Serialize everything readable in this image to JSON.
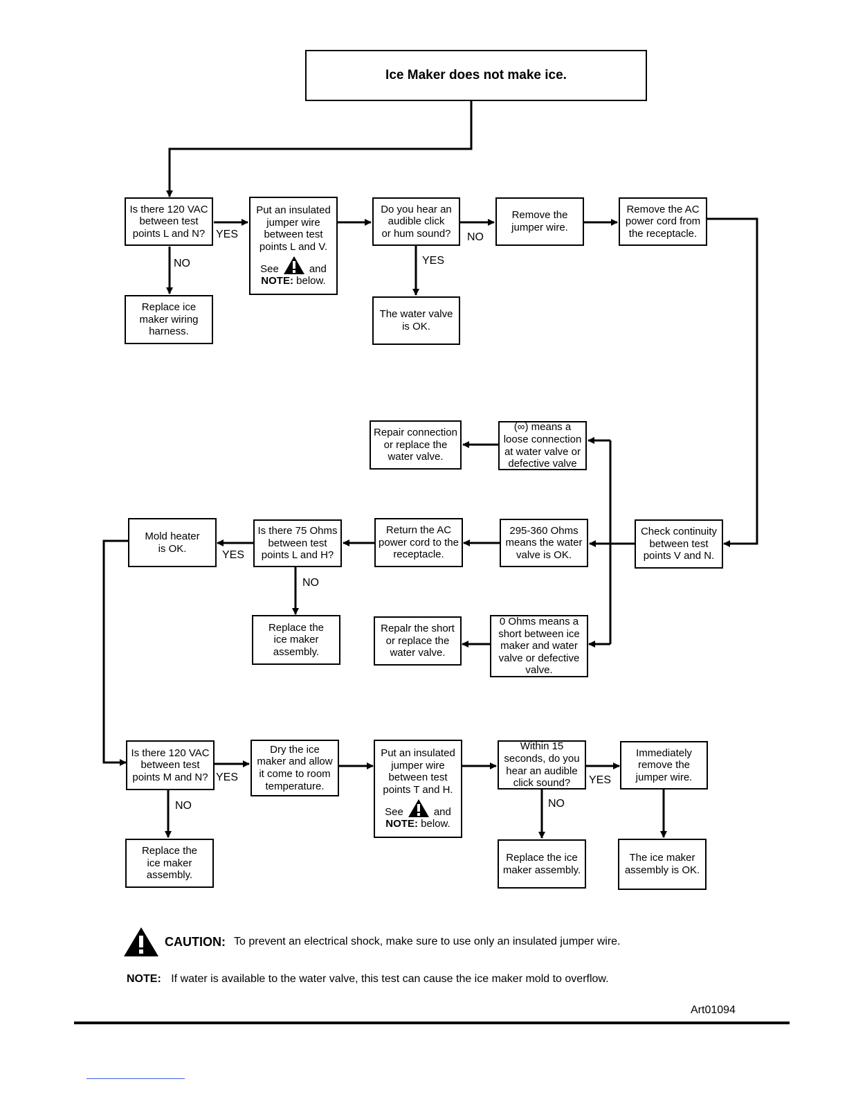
{
  "title": "Ice Maker does not make ice.",
  "boxes": {
    "q_lN": [
      "Is there 120 VAC",
      "between test",
      "points L and N?"
    ],
    "jumper_LV": [
      "Put an insulated",
      "jumper wire",
      "between test",
      "points L and V."
    ],
    "see_note_1": {
      "see": "See",
      "and": "and",
      "note_label": "NOTE:",
      "note_rest": "below."
    },
    "hear_click": [
      "Do you hear an",
      "audible click",
      "or hum sound?"
    ],
    "remove_jumper": [
      "Remove the",
      "jumper wire."
    ],
    "remove_ac": [
      "Remove the AC",
      "power cord from",
      "the receptacle."
    ],
    "replace_harness": [
      "Replace ice",
      "maker wiring",
      "harness."
    ],
    "valve_ok": [
      "The water valve",
      "is OK."
    ],
    "repair_connection": [
      "Repair connection",
      "or replace the",
      "water valve."
    ],
    "infinity": [
      "(∞) means a",
      "loose connection",
      "at water valve or",
      "defective valve"
    ],
    "mold_ok": [
      "Mold heater",
      "is OK."
    ],
    "q_75": [
      "Is there 75 Ohms",
      "between test",
      "points L and H?"
    ],
    "return_ac": [
      "Return the AC",
      "power cord to the",
      "receptacle."
    ],
    "ohms_295": [
      "295-360 Ohms",
      "means the water",
      "valve is OK."
    ],
    "check_cont": [
      "Check continuity",
      "between test",
      "points V and N."
    ],
    "replace_assembly_1": [
      "Replace the",
      "ice maker",
      "assembly."
    ],
    "repair_short": [
      "Repalr the short",
      "or replace the",
      "water valve."
    ],
    "zero_ohms": [
      "0 Ohms means a",
      "short between ice",
      "maker and water",
      "valve or defective",
      "valve."
    ],
    "q_MN": [
      "Is there 120 VAC",
      "between test",
      "points M and N?"
    ],
    "dry": [
      "Dry the ice",
      "maker and allow",
      "it come to room",
      "temperature."
    ],
    "jumper_TH": [
      "Put an insulated",
      "jumper wire",
      "between test",
      "points T and H."
    ],
    "see_note_2": {
      "see": "See",
      "and": "and",
      "note_label": "NOTE:",
      "note_rest": "below."
    },
    "within15": [
      "Within 15",
      "seconds, do you",
      "hear an audible",
      "click sound?"
    ],
    "immediately": [
      "Immediately",
      "remove the",
      "jumper wire."
    ],
    "replace_assembly_2": [
      "Replace the",
      "ice maker",
      "assembly."
    ],
    "replace_assembly_3": [
      "Replace the ice",
      "maker assembly."
    ],
    "assembly_ok": [
      "The ice maker",
      "assembly is OK."
    ]
  },
  "labels": {
    "yes": "YES",
    "no": "NO"
  },
  "caution": {
    "label": "CAUTION:",
    "text": "To prevent an electrical shock, make sure to use only an insulated jumper wire."
  },
  "note": {
    "label": "NOTE:",
    "text": "If water is available to the water valve, this test can cause the ice maker mold to overflow."
  },
  "art_ref": "Art01094"
}
